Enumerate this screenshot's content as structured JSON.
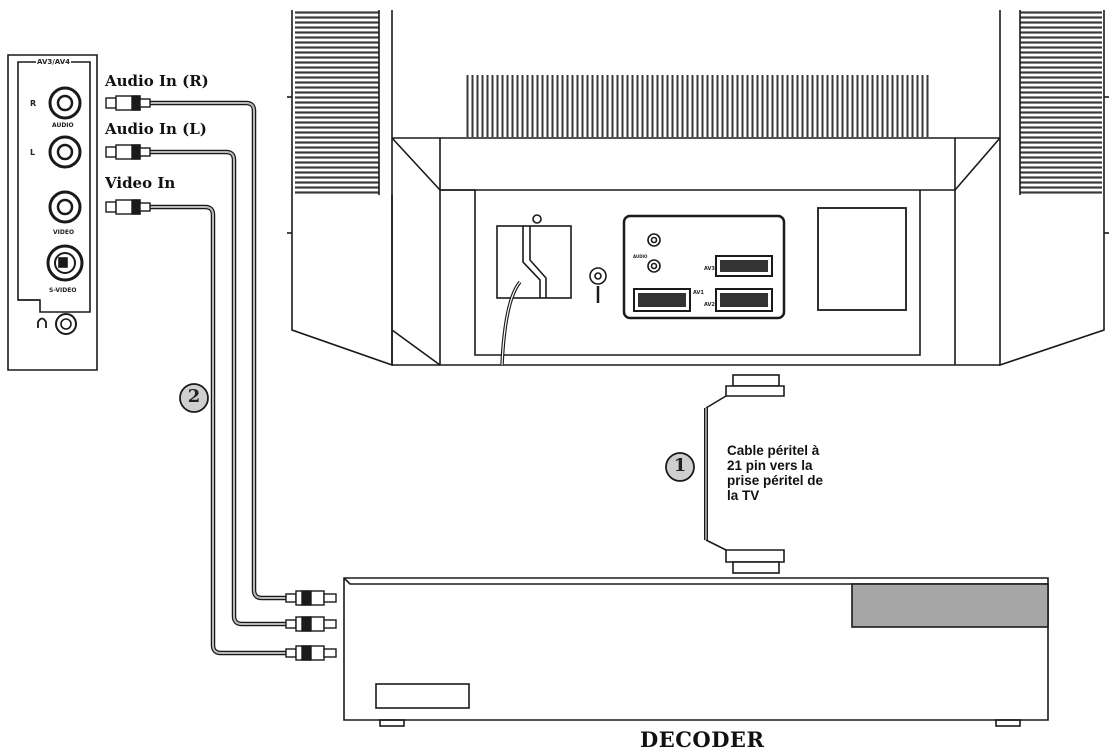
{
  "side_panel": {
    "header": "AV3/AV4",
    "jack_r": "R",
    "audio": "AUDIO",
    "jack_l": "L",
    "video": "VIDEO",
    "svideo": "S-VIDEO"
  },
  "connectors": {
    "audio_r": "Audio In (R)",
    "audio_l": "Audio In (L)",
    "video_in": "Video In"
  },
  "steps": {
    "one": "1",
    "two": "2"
  },
  "cable_label": {
    "line1": "Cable péritel à",
    "line2": "21 pin vers la",
    "line3": "prise péritel de",
    "line4": "la TV"
  },
  "tv_panel": {
    "av1": "AV1",
    "av2": "AV2",
    "av3": "AV3",
    "audio": "AUDIO"
  },
  "decoder_label": "DECODER",
  "colors": {
    "line": "#1a1a1a",
    "grille": "#3a3a3a",
    "decoder_block": "#a6a6a6",
    "cable": "#b9b9b9"
  }
}
